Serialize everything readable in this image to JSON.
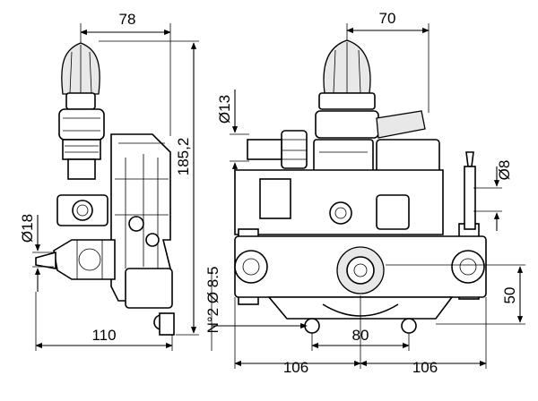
{
  "dimensions": {
    "left_width_top": "78",
    "right_width_top": "70",
    "height_total": "185,2",
    "diameter_13": "Ø13",
    "diameter_18": "Ø18",
    "diameter_8": "Ø8",
    "holes": "N°2 Ø 8.5",
    "depth_bottom": "110",
    "hole_spacing": "80",
    "half_width_left": "106",
    "half_width_right": "106",
    "shaft_height": "50"
  }
}
